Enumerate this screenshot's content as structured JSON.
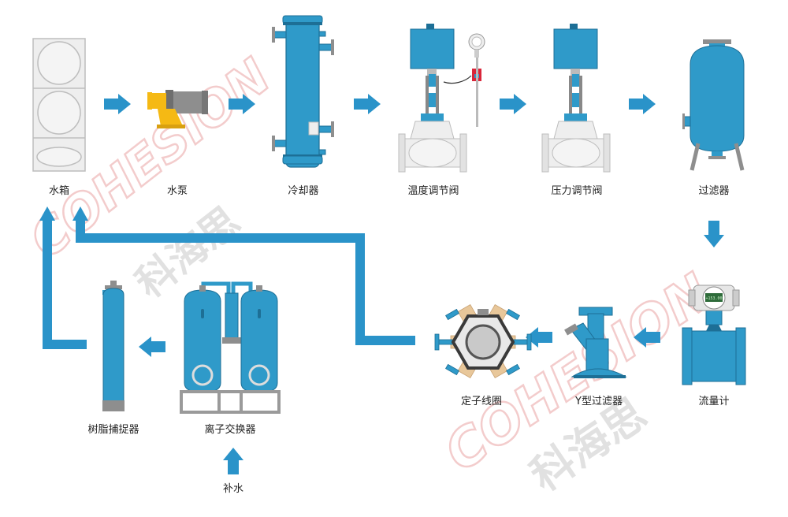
{
  "labels": {
    "water_tank": "水箱",
    "water_pump": "水泵",
    "cooler": "冷却器",
    "temp_valve": "温度调节阀",
    "pressure_valve": "压力调节阀",
    "filter": "过滤器",
    "flowmeter": "流量计",
    "y_filter": "Y型过滤器",
    "stator_coil": "定子线圈",
    "ion_exchanger": "离子交换器",
    "resin_catcher": "树脂捕捉器",
    "makeup_water": "补水"
  },
  "display": {
    "flowmeter_reading": "+153.00"
  },
  "watermark": {
    "brand_en": "COHESION",
    "brand_cn": "科海思"
  },
  "colors": {
    "pipe_blue": "#2a93c9",
    "equip_blue": "#2f9ac9",
    "equip_dark": "#1d6f96",
    "motor_yellow": "#f5b914",
    "tank_gray": "#eeeeee",
    "frame_gray": "#9a9a9a",
    "coil_tan": "#e8c79a",
    "watermark_red": "#e9a3a3",
    "watermark_gray": "#c8c8c8"
  }
}
